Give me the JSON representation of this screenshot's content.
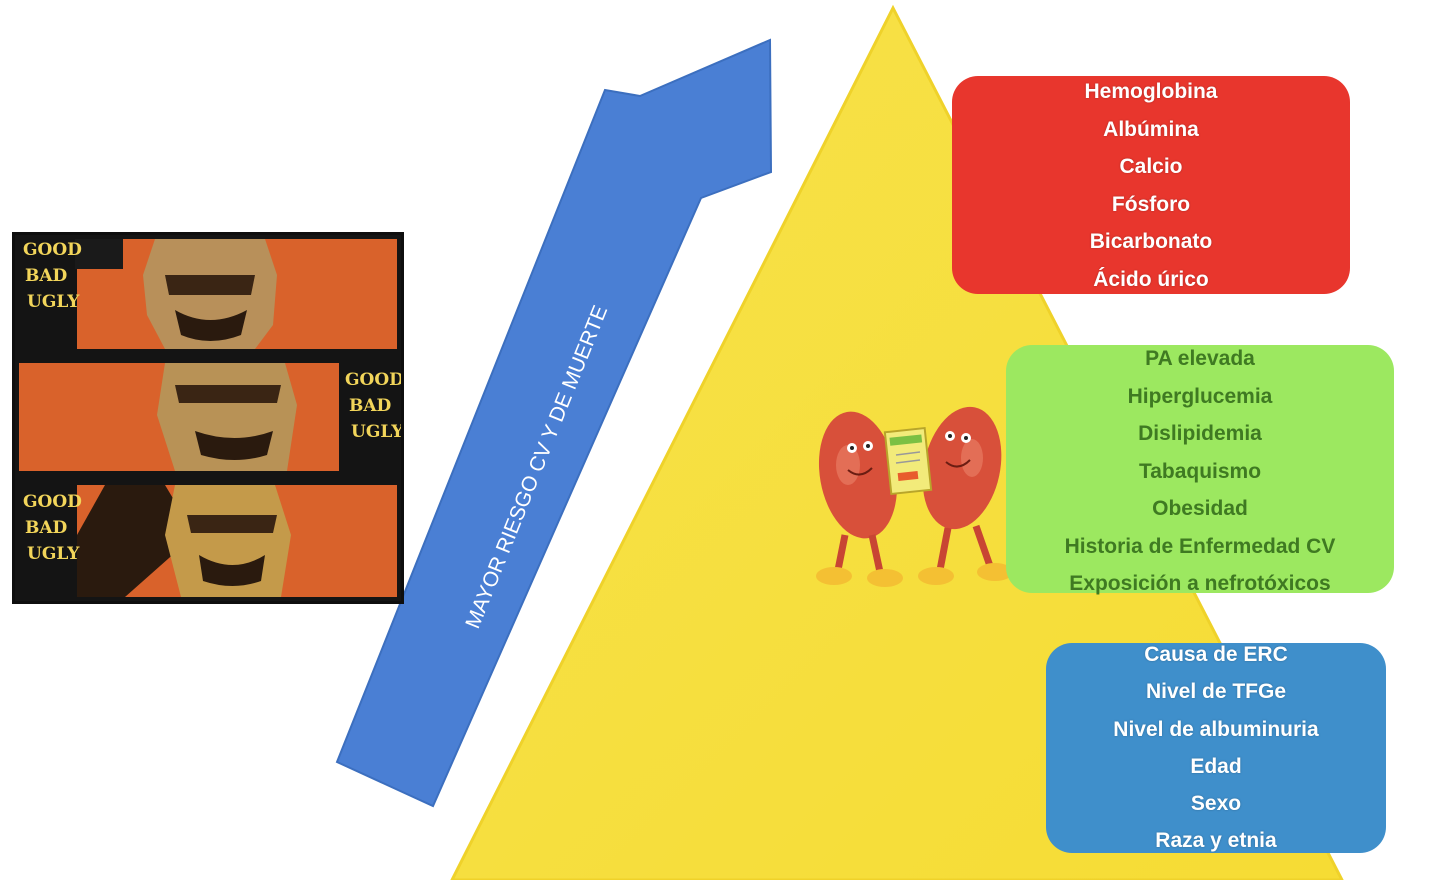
{
  "poster": {
    "caption_text": "GOOD BAD UGLY"
  },
  "arrow": {
    "label": "MAYOR RIESGO CV Y DE MUERTE",
    "color": "#4a7fd4"
  },
  "pyramid": {
    "color": "#f9df3b"
  },
  "boxes": {
    "top": {
      "color": "#e8362d",
      "items": [
        "Hemoglobina",
        "Albúmina",
        "Calcio",
        "Fósforo",
        "Bicarbonato",
        "Ácido úrico"
      ]
    },
    "middle": {
      "color": "#9ce860",
      "items": [
        "PA elevada",
        "Hiperglucemia",
        "Dislipidemia",
        "Tabaquismo",
        "Obesidad",
        "Historia de Enfermedad CV",
        "Exposición a nefrotóxicos"
      ]
    },
    "bottom": {
      "color": "#3f8fcb",
      "items": [
        "Causa de ERC",
        "Nivel de TFGe",
        "Nivel de albuminuria",
        "Edad",
        "Sexo",
        "Raza y etnia"
      ]
    }
  }
}
